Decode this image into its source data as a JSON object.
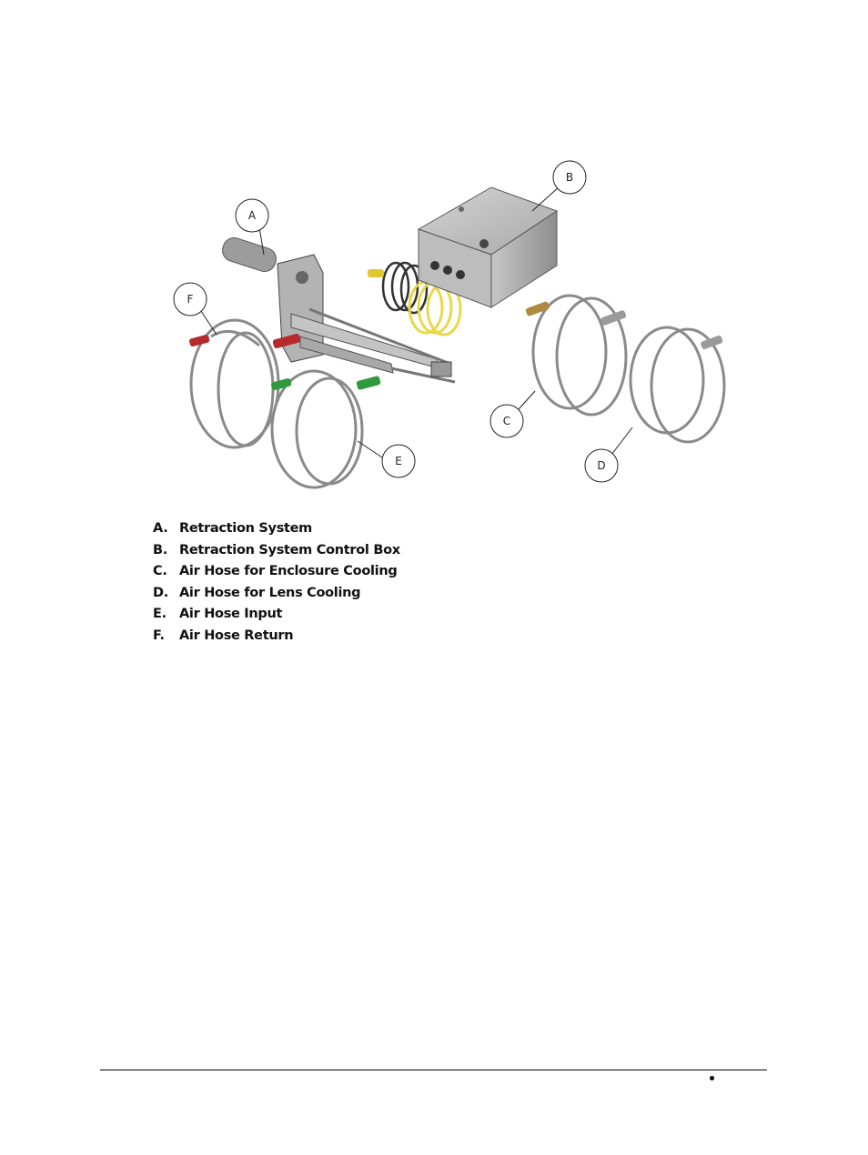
{
  "figure": {
    "callouts": [
      "A",
      "B",
      "C",
      "D",
      "E",
      "F"
    ]
  },
  "legend": [
    {
      "letter": "A.",
      "text": "Retraction System"
    },
    {
      "letter": "B.",
      "text": "Retraction System Control Box"
    },
    {
      "letter": "C.",
      "text": "Air Hose for Enclosure Cooling"
    },
    {
      "letter": "D.",
      "text": "Air Hose for Lens Cooling"
    },
    {
      "letter": "E.",
      "text": "Air Hose Input"
    },
    {
      "letter": "F.",
      "text": "Air Hose Return"
    }
  ],
  "colors": {
    "hose": "#8a8a8a",
    "box": "#b8b8b8",
    "yellow_cable": "#e8d84a",
    "red_fitting": "#b52a2a",
    "green_fitting": "#2f9a3a",
    "brass_fitting": "#b08a40"
  }
}
